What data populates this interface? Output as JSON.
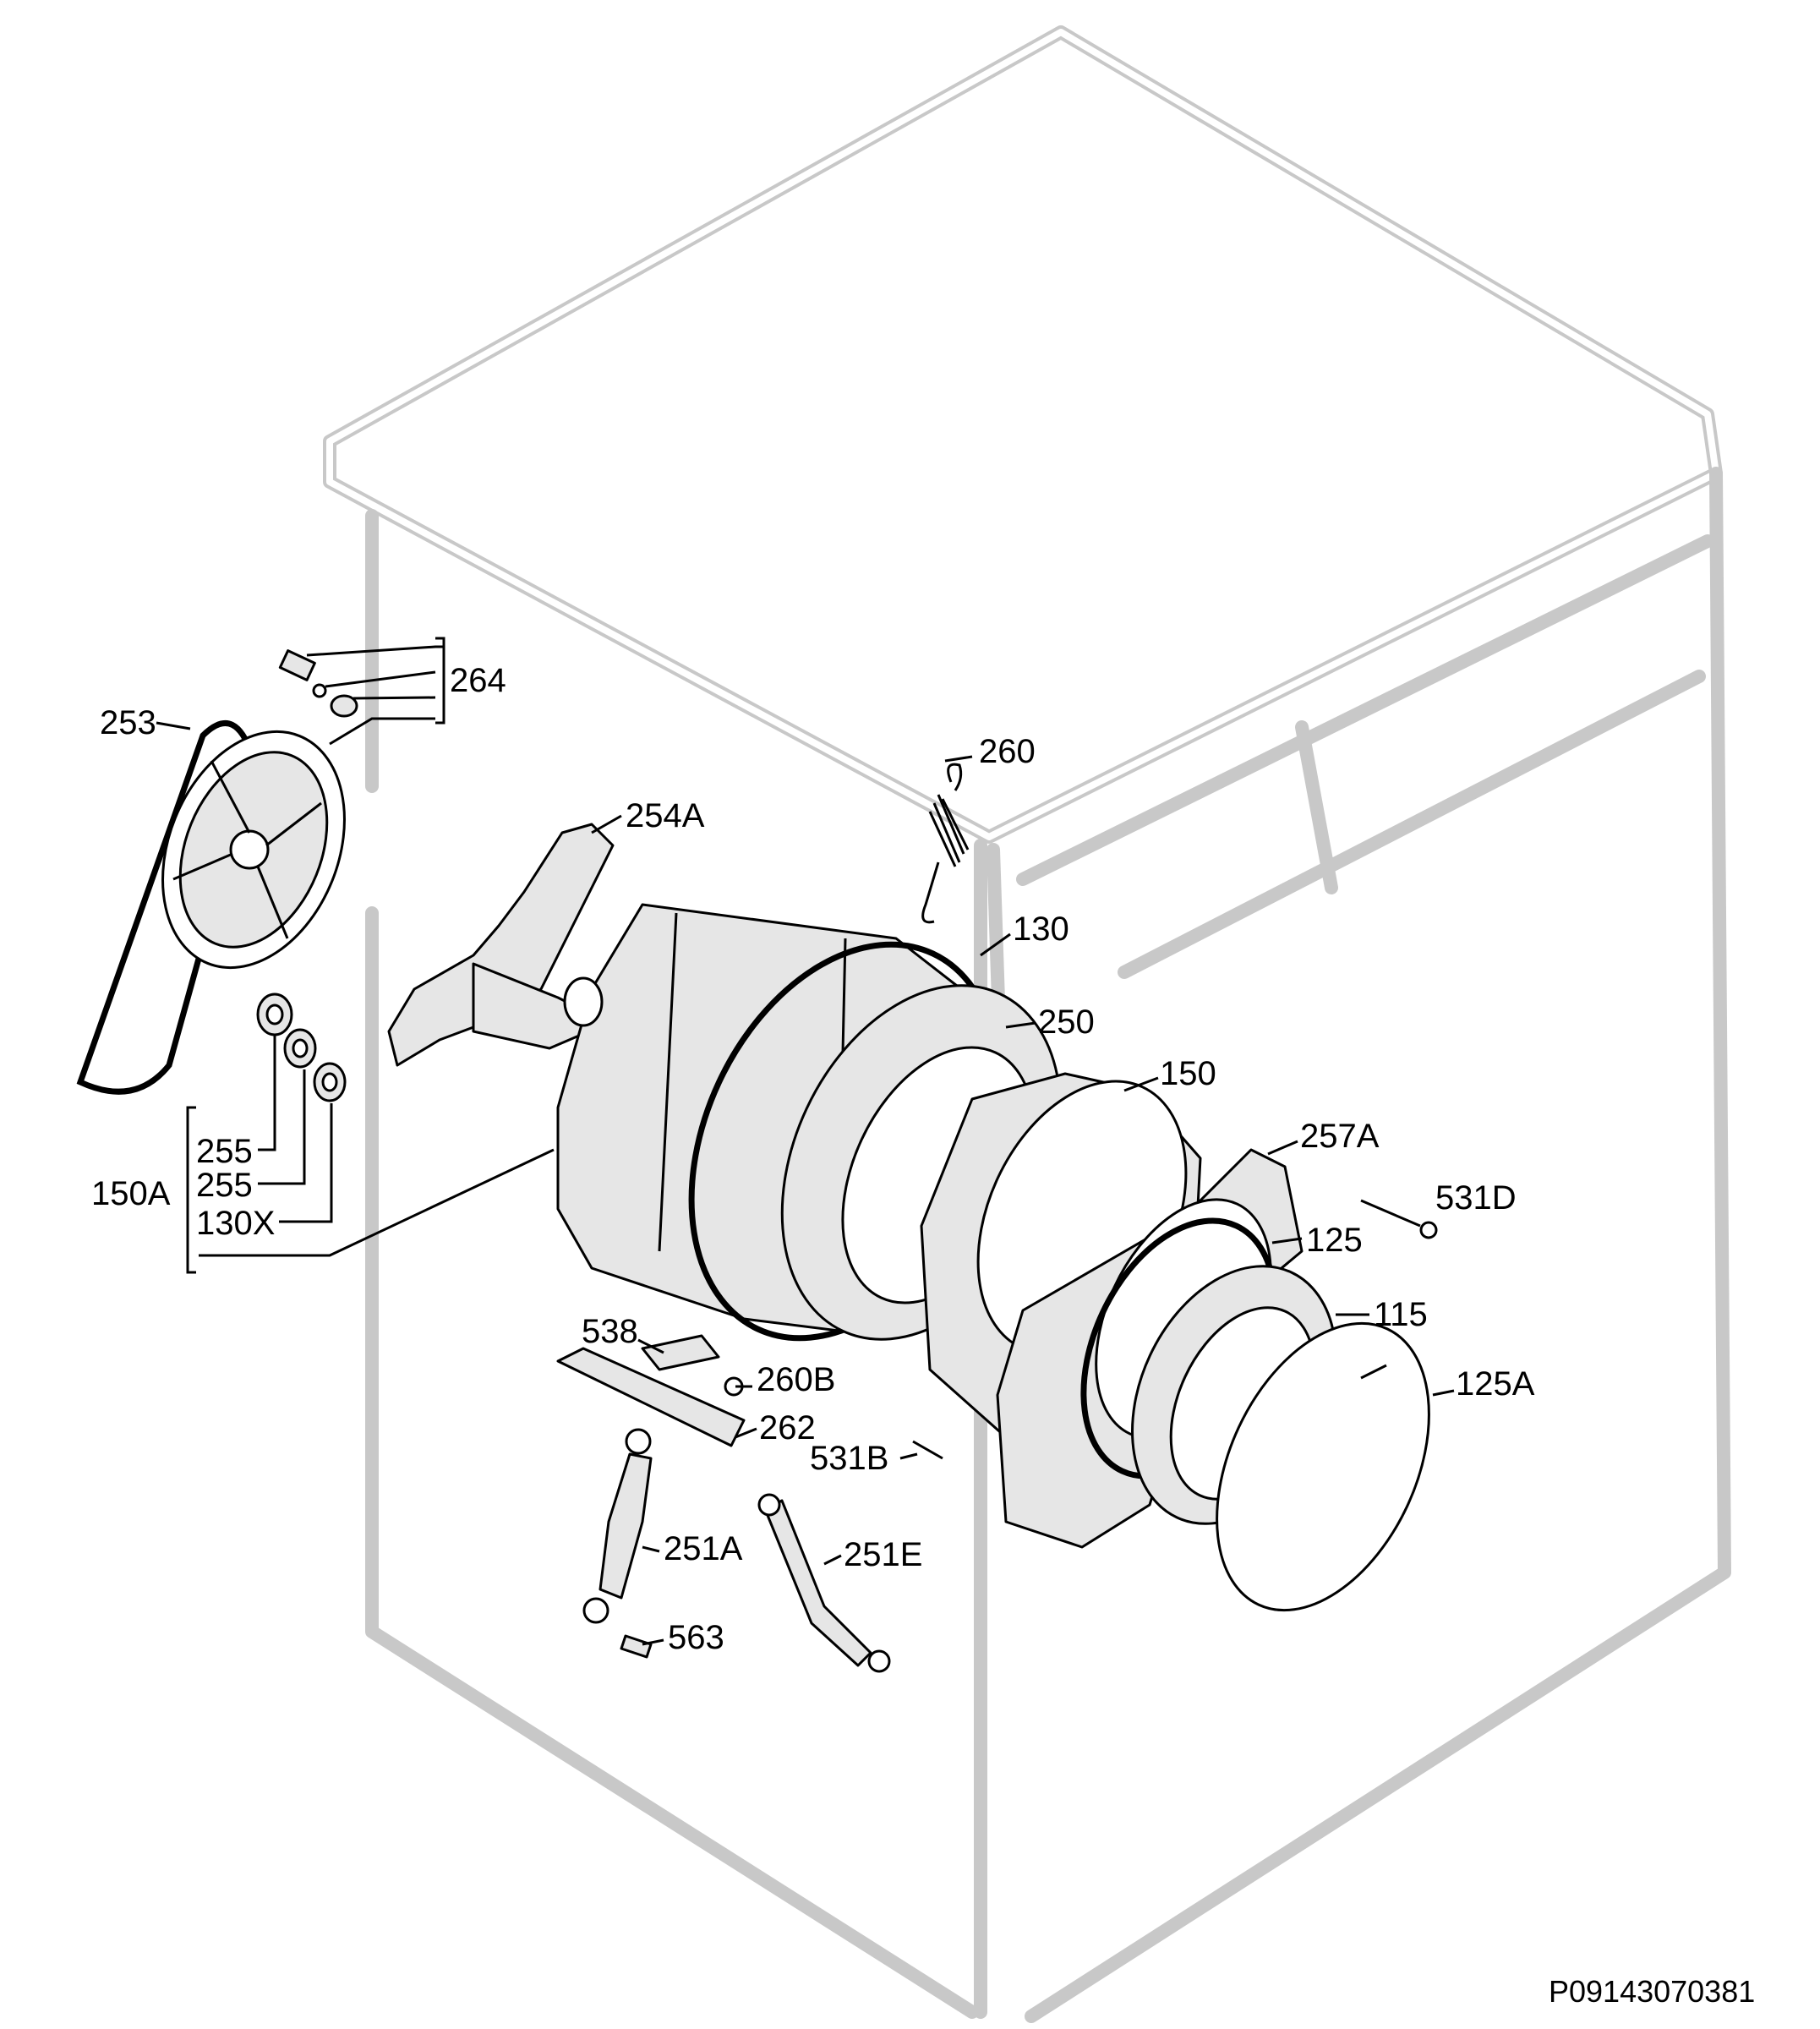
{
  "drawing_code": "P09143070381",
  "callouts": {
    "c264": "264",
    "c253": "253",
    "c260": "260",
    "c254A": "254A",
    "c130": "130",
    "c250": "250",
    "c150": "150",
    "c257A": "257A",
    "c531D": "531D",
    "c125": "125",
    "c115": "115",
    "c125A": "125A",
    "c255a": "255",
    "c255b": "255",
    "c130X": "130X",
    "c150A": "150A",
    "c538": "538",
    "c260B": "260B",
    "c262": "262",
    "c531B": "531B",
    "c251A": "251A",
    "c251E": "251E",
    "c563": "563"
  }
}
